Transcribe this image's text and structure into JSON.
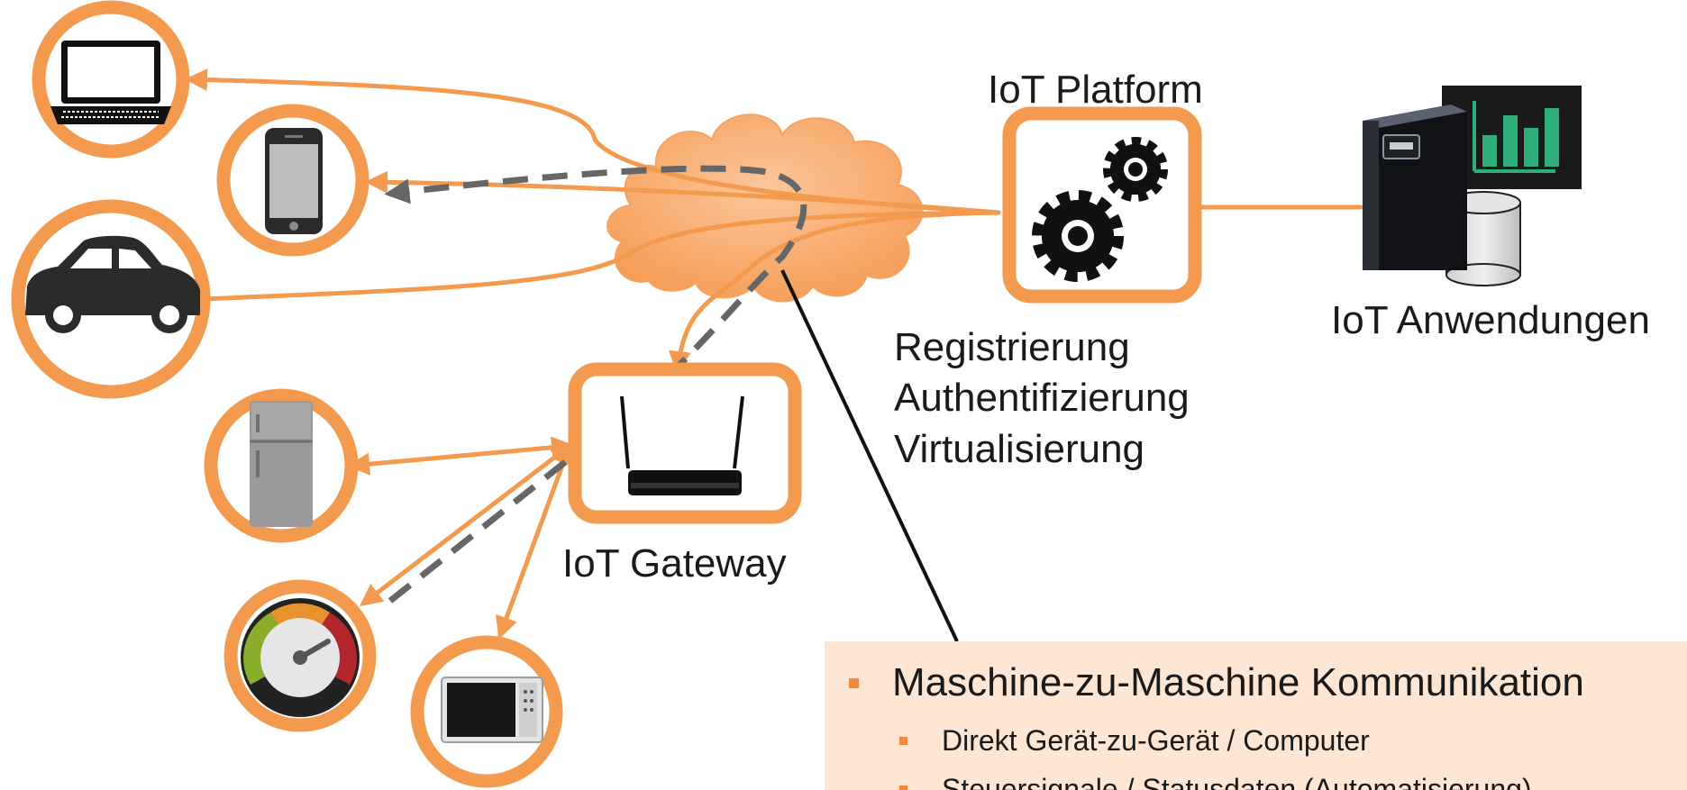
{
  "labels": {
    "platform": "IoT Platform",
    "applications": "IoT Anwendungen",
    "gateway": "IoT Gateway"
  },
  "platform_features": [
    "Registrierung",
    "Authentifizierung",
    "Virtualisierung"
  ],
  "info_box": {
    "title": "Maschine-zu-Maschine Kommunikation",
    "items": [
      "Direkt Gerät-zu-Gerät / Computer",
      "Steuersignale / Statusdaten (Automatisierung)"
    ]
  },
  "icons": {
    "laptop": "laptop-icon",
    "phone": "smartphone-icon",
    "car": "car-icon",
    "fridge": "fridge-icon",
    "gauge": "gauge-icon",
    "microwave": "microwave-icon",
    "router": "router-icon",
    "gears": "gears-icon",
    "server": "server-icon",
    "chart": "bar-chart-icon",
    "database": "database-icon",
    "cloud": "cloud-icon"
  },
  "colors": {
    "accent_orange": "#f39a4e",
    "cloud_orange": "#f8a968",
    "dashed_gray": "#666666",
    "info_box_bg": "#fde6d3",
    "chart_green": "#2fae7a"
  }
}
